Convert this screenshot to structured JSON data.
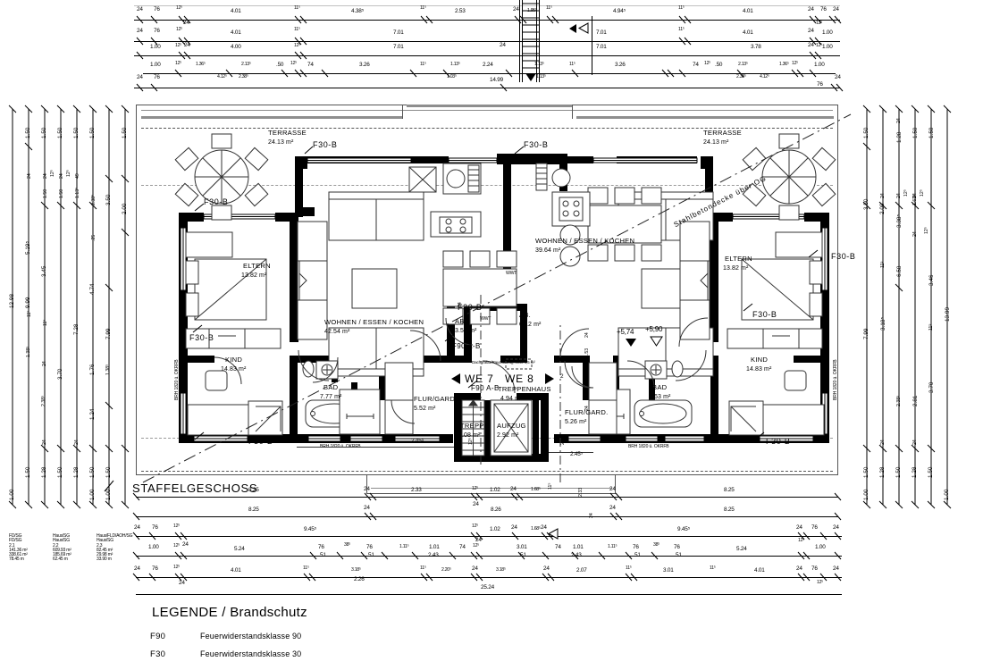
{
  "plan": {
    "title": "STAFFELGESCHOSS",
    "section_note": "Stahlbetondecke über OG",
    "overall_width": "25.24",
    "overall_height_left": "12.98",
    "overall_height_left2": "9.99",
    "overall_height_right": "13.99"
  },
  "units": {
    "left_label": "WE 7",
    "right_label": "WE 8",
    "right_number": "2"
  },
  "rooms": [
    {
      "name": "TERRASSE",
      "area": "24.13 m²"
    },
    {
      "name": "TERRASSE",
      "area": "24.13 m²"
    },
    {
      "name": "ELTERN",
      "area": "13.82 m²"
    },
    {
      "name": "ELTERN",
      "area": "13.82 m²"
    },
    {
      "name": "WOHNEN / ESSEN / KOCHEN",
      "area": "42.54 m²"
    },
    {
      "name": "WOHNEN / ESSEN / KOCHEN",
      "area": "39.64 m²"
    },
    {
      "name": "KIND",
      "area": "14.83 m²"
    },
    {
      "name": "KIND",
      "area": "14.83 m²"
    },
    {
      "name": "BAD",
      "area": "7.77 m²"
    },
    {
      "name": "BAD",
      "area": "7.63 m²"
    },
    {
      "name": "FLUR/GARD.",
      "area": "5.52 m²"
    },
    {
      "name": "FLUR/GARD.",
      "area": "5.26 m²"
    },
    {
      "name": "AB.",
      "area": "3.50 m²"
    },
    {
      "name": "AB.",
      "area": "6.12 m²"
    },
    {
      "name": "TREPPENHAUS",
      "area": "4.94 m²"
    },
    {
      "name": "TREPPE",
      "area": "2.08 m²"
    },
    {
      "name": "AUFZUG",
      "area": "2.92 m²"
    }
  ],
  "fire_tags": {
    "f30b": "F30-B",
    "f90ab": "F90  A-B",
    "wwt": "WWT"
  },
  "annotations": {
    "smoke_vent": "Dachgrafax/Rauchabzug mind. 0,5 m²",
    "brh": "BRH 1820 ü. OKRFB",
    "level_a": "+5,74",
    "level_b": "+5,90"
  },
  "legend": {
    "title": "LEGENDE / Brandschutz",
    "rows": [
      {
        "code": "F90",
        "text": "Feuerwiderstandsklasse  90"
      },
      {
        "code": "F30",
        "text": "Feuerwiderstandsklasse  30"
      }
    ]
  },
  "area_table": {
    "columns": [
      {
        "h1": "FD/SG",
        "h2": "FD/SG",
        "h3": "2.1",
        "v1": "141.36 m²",
        "v2": "338.61 m²",
        "v3": "78.45 m"
      },
      {
        "h1": "Haus/SG",
        "h2": "Haus/SG",
        "h3": "2.2",
        "v1": "609.93 m²",
        "v2": "185.69 m²",
        "v3": "62.45 m"
      },
      {
        "h1": "Haus/FLD/AOH/SG",
        "h2": "Haus/SG",
        "h3": "2.3",
        "v1": "82.45 m²",
        "v2": "29.98 m²",
        "v3": "33.90 m"
      }
    ]
  },
  "dims": {
    "top_row1": [
      "24",
      "76",
      "12⁵",
      "4.01",
      "11⁵",
      "4.38⁵",
      "11⁵",
      "2.53",
      "24",
      "1.95⁵",
      "11⁵",
      "4.94⁵",
      "11⁵",
      "4.01",
      "24",
      "76",
      "24"
    ],
    "top_row2": [
      "24",
      "76",
      "12⁵",
      "4.01",
      "11⁵",
      "7.01",
      "24",
      "7.01",
      "11⁵",
      "4.01",
      "24",
      "1.00"
    ],
    "top_row3": [
      "1.00",
      "12⁵",
      "24",
      "4.00",
      "12⁵",
      "7.01",
      "24",
      "7.01",
      "3.78",
      "24",
      "12⁵",
      "1.00"
    ],
    "top_row4": [
      "1.00",
      "12⁵",
      "1.36⁵",
      "2.13⁵",
      ".50",
      "12⁵",
      "74",
      "3.26",
      "11⁵",
      "1.13⁵",
      "2.24",
      "1.13⁵",
      "11⁵",
      "3.26",
      "74",
      "12⁵",
      ".50",
      "2.13⁵",
      "1.36⁵",
      "12⁵",
      "1.00"
    ],
    "top_row5": [
      "24",
      "76",
      "4.12⁵",
      "2.38⁵",
      "1.03⁵",
      "14.99",
      "1.13⁵",
      "2.38⁵",
      "4.12⁵",
      "76",
      "24"
    ],
    "left_col": [
      "12.98",
      "9.99",
      "1.50",
      "1.50",
      "1.50",
      "1.50",
      "1.50",
      "1.50",
      "3.50",
      "2.00",
      "5.19⁵",
      "3.45",
      "4.74",
      "7.28",
      "7.99",
      "1.38⁵",
      "11⁵",
      "3.70",
      "2.38⁵",
      "1.76",
      "1.24",
      "1.28",
      "24",
      "1.00"
    ],
    "left_small": [
      "24",
      "12⁵",
      "1.60⁵",
      "1.63⁵",
      "1.13⁵",
      "2.38⁵",
      ".25",
      "49",
      "1.28",
      "24"
    ],
    "right_col": [
      "1.50",
      "1.50",
      "1.50",
      "1.28",
      "3.50",
      "2.00",
      "3.38⁵",
      "6.58",
      "3.46",
      "13.99",
      "7.99",
      "3.18⁵",
      "11⁵",
      "1.63⁵",
      "24",
      "12⁵",
      "3.70",
      "2.81",
      "1.28",
      "1.00"
    ],
    "bottom_row1": [
      "8.25",
      "24",
      "2.33",
      "12⁵",
      "1.02",
      "24",
      "1.68⁵",
      "11⁵",
      "2.33",
      "24",
      "8.25"
    ],
    "bottom_row2": [
      "8.25",
      "24",
      "8.26",
      "24",
      "8.25"
    ],
    "bottom_row3": [
      "24",
      "76",
      "12⁵",
      "9.45⁵",
      "12⁵",
      "1.02",
      "24",
      "1.68⁵",
      "24",
      "9.45⁵",
      "24",
      "76",
      "24"
    ],
    "bottom_row4": [
      "1.00",
      "12⁵",
      "24",
      "5.24",
      "76",
      "51",
      "38⁵",
      "76",
      "51",
      "1.11⁵",
      "1.01",
      "2.43",
      "74",
      "12⁵",
      "24",
      "3.01",
      "51",
      "2.43",
      "74",
      "1.01",
      "1.11⁵",
      "76",
      "51",
      "38⁵",
      "76",
      "51",
      "5.24",
      "12⁵",
      "1.00"
    ],
    "bottom_row5": [
      "24",
      "76",
      "12⁵",
      "24",
      "4.01",
      "11⁵",
      "3.18⁵",
      "2.26",
      "11⁵",
      "2.20⁵",
      "24",
      "3.18⁵",
      "24",
      "2.07",
      "11⁵",
      "3.01",
      "11⁵",
      "4.01",
      "24",
      "76",
      "24",
      "12⁵"
    ],
    "bottom_total": "25.24",
    "misc": [
      "2.45⁵",
      "2.45⁵",
      "2.08 m²",
      "24",
      "1.53",
      "24",
      "1.00",
      "65⁵",
      "24",
      "12⁵"
    ]
  }
}
